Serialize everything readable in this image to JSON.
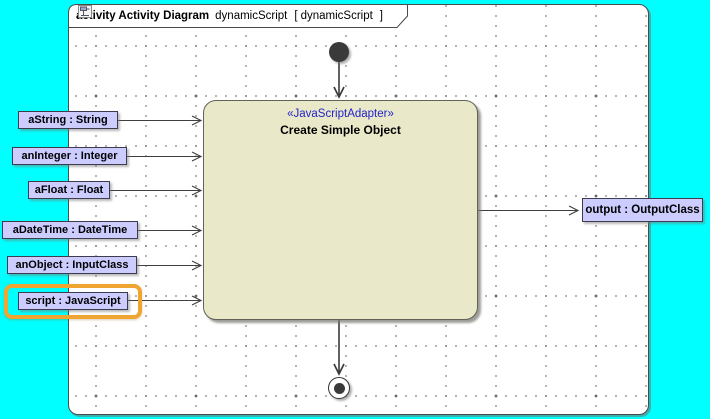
{
  "header": {
    "keyword": "activity Activity Diagram",
    "diagram_name": "dynamicScript",
    "bracket_open": "[",
    "context_name": "dynamicScript",
    "bracket_close": "]"
  },
  "action": {
    "stereotype": "«JavaScriptAdapter»",
    "name": "Create Simple Object"
  },
  "input_pins": [
    {
      "label": "aString : String"
    },
    {
      "label": "anInteger : Integer"
    },
    {
      "label": "aFloat : Float"
    },
    {
      "label": "aDateTime : DateTime"
    },
    {
      "label": "anObject : InputClass"
    },
    {
      "label": "script : JavaScript",
      "highlighted": true
    }
  ],
  "output_pins": [
    {
      "label": "output : OutputClass"
    }
  ],
  "colors": {
    "canvas_background": "#00FFFF",
    "action_fill": "#E9E9C9",
    "pin_fill": "#CCCCFF",
    "stereotype_text": "#2222CC",
    "selection_highlight": "#F0A431",
    "node_fill": "#3A3A3A"
  }
}
